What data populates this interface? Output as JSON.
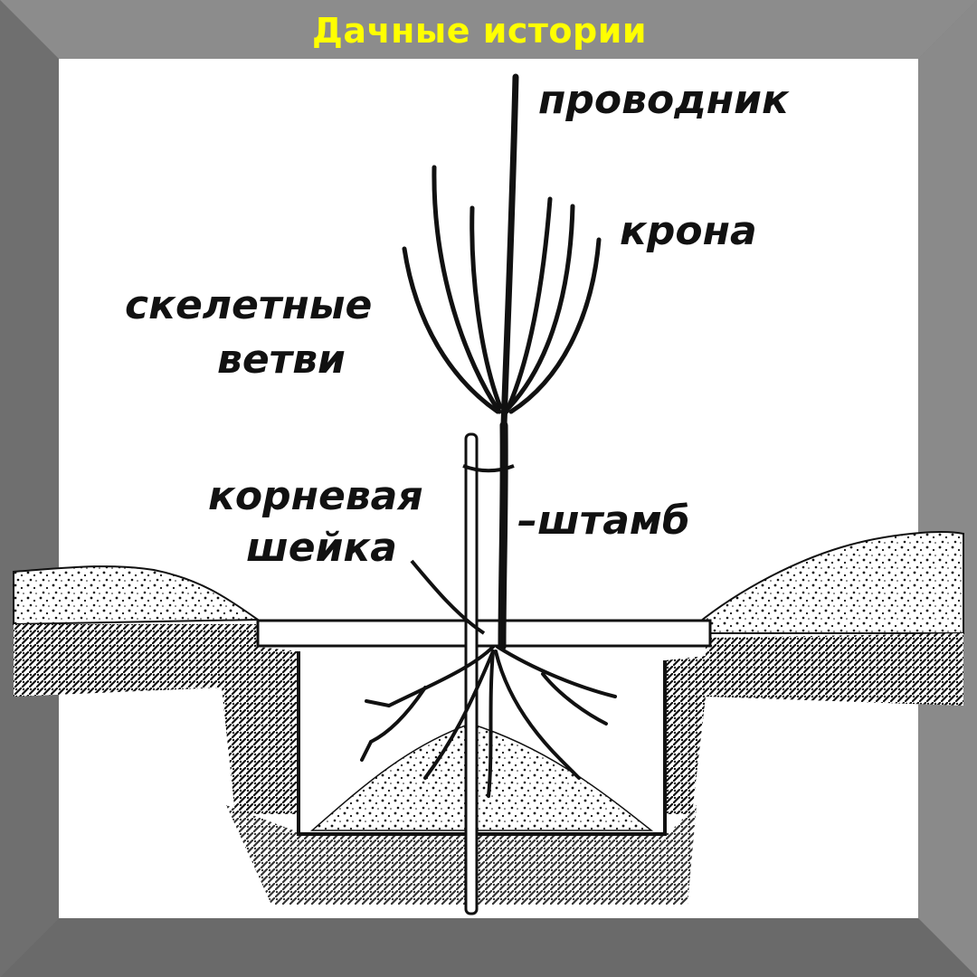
{
  "banner": {
    "title": "Дачные истории"
  },
  "labels": {
    "leader": "проводник",
    "crown": "крона",
    "skeletal_1": "скелетные",
    "skeletal_2": "ветви",
    "root_collar_1": "корневая",
    "root_collar_2": "шейка",
    "trunk": "–штамб"
  },
  "colors": {
    "frame": "#7d7d7d",
    "banner_text": "#ffff00",
    "panel": "#ffffff",
    "ink": "#111111"
  }
}
